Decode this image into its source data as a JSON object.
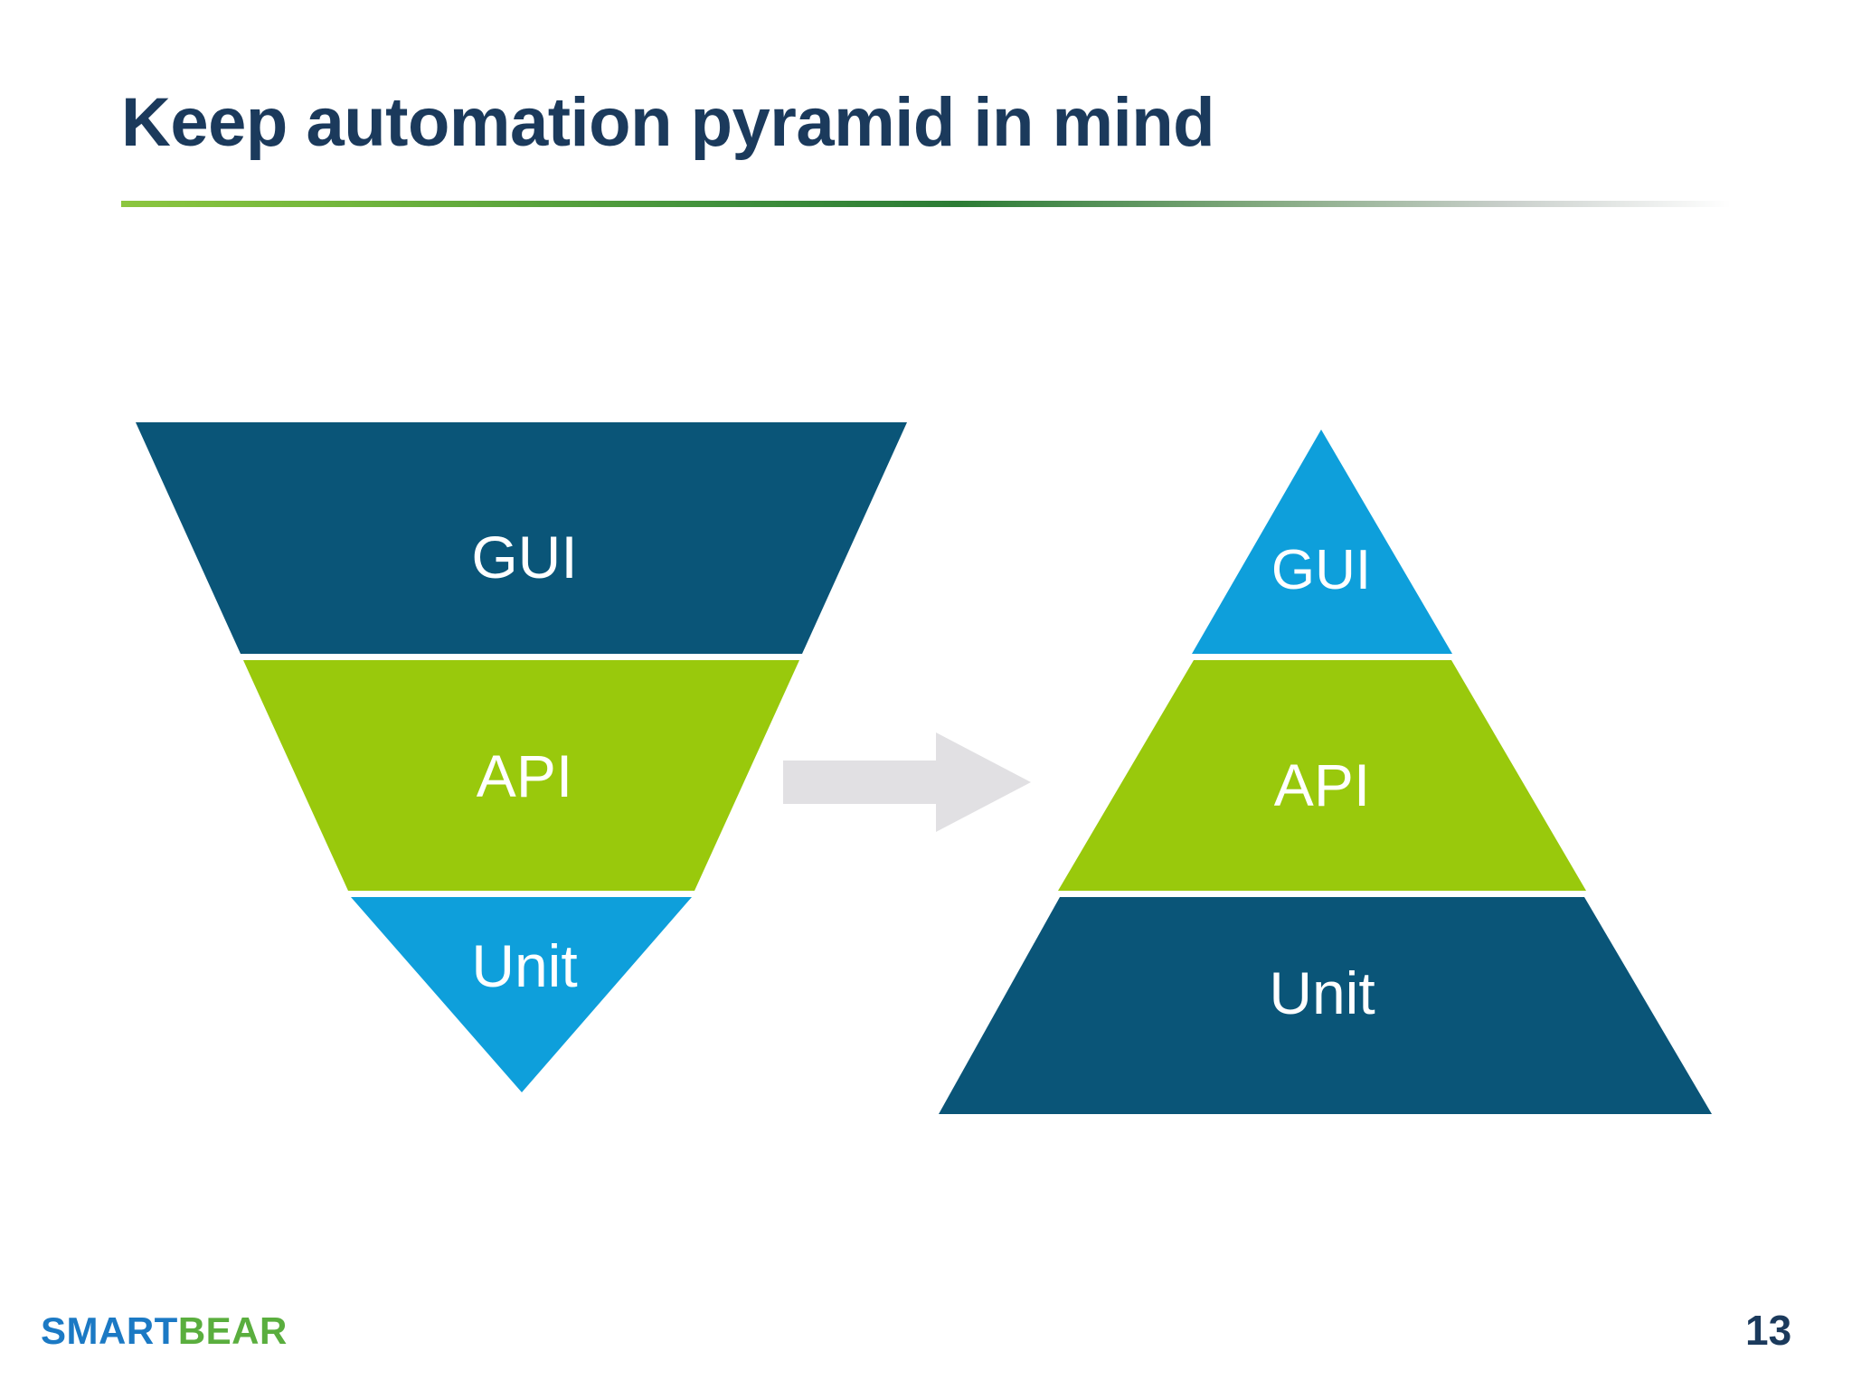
{
  "slide": {
    "title": "Keep automation pyramid in mind",
    "page_number": "13",
    "background_color": "#ffffff",
    "title_color": "#1b3a5c",
    "divider": {
      "name": "title-rule",
      "gradient_from": "#8cc63e",
      "gradient_mid": "#2c7c35",
      "gradient_to": "transparent"
    }
  },
  "brand": {
    "part_one": "SMART",
    "part_two": "BEAR",
    "part_one_color": "#1b79c4",
    "part_two_color": "#5aae3e"
  },
  "palette": {
    "dark_blue": "#0a5578",
    "green": "#99c90c",
    "light_blue": "#0e9fdb",
    "arrow_gray": "#e1e0e3",
    "label_text": "#ffffff"
  },
  "diagram": {
    "type": "comparison",
    "left": {
      "name": "inverted-pyramid",
      "orientation": "inverted",
      "caption": "",
      "layers": [
        {
          "label": "GUI",
          "color": "#0a5578",
          "position": "top"
        },
        {
          "label": "API",
          "color": "#99c90c",
          "position": "middle"
        },
        {
          "label": "Unit",
          "color": "#0e9fdb",
          "position": "bottom"
        }
      ]
    },
    "arrow": {
      "name": "transform-arrow",
      "direction": "right",
      "color": "#e1e0e3"
    },
    "right": {
      "name": "pyramid",
      "orientation": "upright",
      "caption": "",
      "layers": [
        {
          "label": "GUI",
          "color": "#0e9fdb",
          "position": "top"
        },
        {
          "label": "API",
          "color": "#99c90c",
          "position": "middle"
        },
        {
          "label": "Unit",
          "color": "#0a5578",
          "position": "bottom"
        }
      ]
    }
  }
}
